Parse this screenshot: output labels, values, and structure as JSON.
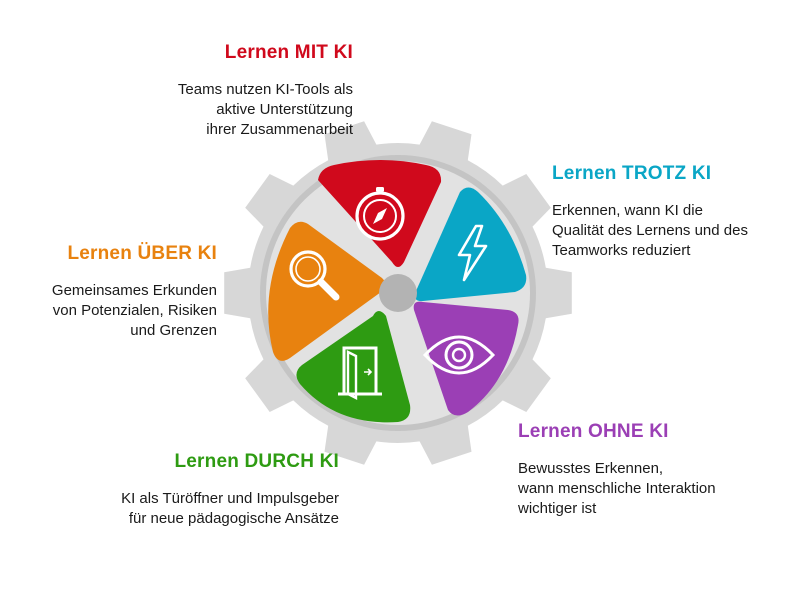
{
  "colors": {
    "mit": "#d0091c",
    "trotz": "#0aa6c6",
    "ueber": "#e8820f",
    "durch": "#2e9b12",
    "ohne": "#9b3fb5",
    "gear": "#d7d7d7",
    "hub": "#b3b3b3"
  },
  "segments": [
    {
      "key": "mit",
      "title": "Lernen MIT KI",
      "text": "Teams nutzen KI-Tools als\naktive Unterstützung\nihrer Zusammenarbeit",
      "icon": "compass-icon"
    },
    {
      "key": "trotz",
      "title": "Lernen TROTZ KI",
      "text": "Erkennen, wann KI die\nQualität des Lernens und des\nTeamworks reduziert",
      "icon": "lightning-icon"
    },
    {
      "key": "ohne",
      "title": "Lernen OHNE KI",
      "text": "Bewusstes Erkennen,\nwann menschliche Interaktion\nwichtiger ist",
      "icon": "eye-icon"
    },
    {
      "key": "durch",
      "title": "Lernen DURCH KI",
      "text": "KI als Türöffner und Impulsgeber\nfür neue pädagogische Ansätze",
      "icon": "door-icon"
    },
    {
      "key": "ueber",
      "title": "Lernen ÜBER KI",
      "text": "Gemeinsames Erkunden\nvon Potenzialen, Risiken\nund Grenzen",
      "icon": "magnifier-icon"
    }
  ]
}
